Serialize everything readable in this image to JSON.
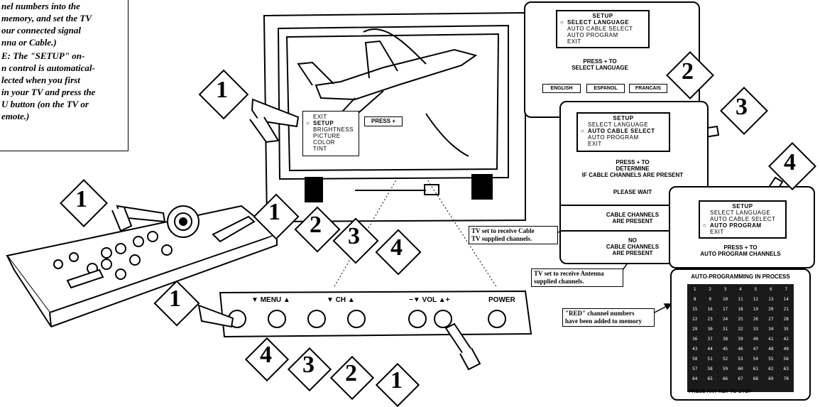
{
  "intro": {
    "lines": [
      "nel numbers into the",
      "memory, and set the TV",
      "our connected signal",
      "nna or Cable.)",
      "E:  The \"SETUP\" on-",
      "n control is automatical-",
      "lected when you first",
      "in your TV and press the",
      "U button (on the TV or",
      "emote.)"
    ]
  },
  "tv_menu": {
    "items": [
      "EXIT",
      "SETUP",
      "BRIGHTNESS",
      "PICTURE",
      "COLOR",
      "TINT"
    ],
    "selected_index": 1,
    "press_label": "PRESS +"
  },
  "panel1": {
    "title": "SETUP",
    "items": [
      "SELECT LANGUAGE",
      "AUTO CABLE SELECT",
      "AUTO PROGRAM",
      "EXIT"
    ],
    "selected_index": 0,
    "message": [
      "PRESS + TO",
      "SELECT LANGUAGE"
    ],
    "languages": [
      "ENGLISH",
      "ESPANOL",
      "FRANCAIS"
    ]
  },
  "panel2": {
    "title": "SETUP",
    "items": [
      "SELECT LANGUAGE",
      "AUTO CABLE SELECT",
      "AUTO PROGRAM",
      "EXIT"
    ],
    "selected_index": 1,
    "message": [
      "PRESS + TO",
      "DETERMINE",
      "IF CABLE CHANNELS ARE PRESENT"
    ],
    "wait": "PLEASE WAIT",
    "cable_present": [
      "CABLE CHANNELS",
      "ARE PRESENT"
    ],
    "no_cable": [
      "NO",
      "CABLE CHANNELS",
      "ARE PRESENT"
    ]
  },
  "panel3": {
    "title": "SETUP",
    "items": [
      "SELECT LANGUAGE",
      "AUTO CABLE SELECT",
      "AUTO PROGRAM",
      "EXIT"
    ],
    "selected_index": 2,
    "message": [
      "PRESS + TO",
      "AUTO PROGRAM CHANNELS"
    ]
  },
  "autoprog": {
    "title": "AUTO-PROGRAMMING IN PROCESS",
    "rows": [
      [
        "1",
        "2",
        "3",
        "4",
        "5",
        "6",
        "7"
      ],
      [
        "8",
        "9",
        "10",
        "11",
        "12",
        "13",
        "14"
      ],
      [
        "15",
        "16",
        "17",
        "18",
        "19",
        "20",
        "21"
      ],
      [
        "22",
        "23",
        "24",
        "25",
        "26",
        "27",
        "28"
      ],
      [
        "29",
        "30",
        "31",
        "32",
        "33",
        "34",
        "35"
      ],
      [
        "36",
        "37",
        "38",
        "39",
        "40",
        "41",
        "42"
      ],
      [
        "43",
        "44",
        "45",
        "46",
        "47",
        "48",
        "49"
      ],
      [
        "50",
        "51",
        "52",
        "53",
        "54",
        "55",
        "56"
      ],
      [
        "57",
        "58",
        "59",
        "60",
        "61",
        "62",
        "63"
      ],
      [
        "64",
        "65",
        "66",
        "67",
        "68",
        "69",
        "70"
      ]
    ],
    "footer": "PRESS ANY KEY TO STOP"
  },
  "captions": {
    "cable": [
      "TV set to receive Cable",
      "TV supplied channels."
    ],
    "antenna": [
      "TV set to receive Antenna",
      "supplied channels."
    ],
    "red": [
      "\"RED\" channel numbers",
      "have been added to memory"
    ]
  },
  "front_panel": {
    "labels": [
      "MENU",
      "CH",
      "VOL",
      "POWER"
    ]
  },
  "step_cards": {
    "tv": "1",
    "panel1": "2",
    "panel2": "3",
    "panel3": "4",
    "remote": "1",
    "seq": [
      "1",
      "2",
      "3",
      "4"
    ],
    "front_left": "1",
    "front_bottom": [
      "4",
      "3",
      "2",
      "1"
    ]
  },
  "colors": {
    "ink": "#000000",
    "paper": "#ffffff",
    "grid_bg": "#1a1a1a"
  }
}
